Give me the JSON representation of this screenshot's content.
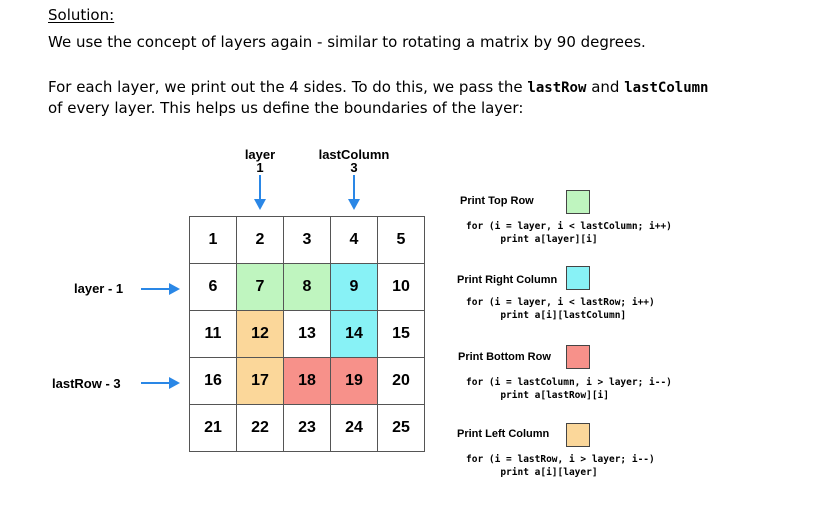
{
  "heading": "Solution:",
  "paragraph1": "We use the concept of layers again - similar to rotating a matrix by 90 degrees.",
  "paragraph2": {
    "part1": "For each layer, we print out the 4 sides. To do this, we pass the ",
    "code1": "lastRow",
    "part2": " and ",
    "code2": "lastColumn",
    "line2": "of every layer. This helps us define the boundaries of the layer:"
  },
  "pointers": {
    "layer": {
      "name": "layer",
      "value": "1"
    },
    "lastColumn": {
      "name": "lastColumn",
      "value": "3"
    },
    "layer_row": "layer - 1",
    "lastRow_row": "lastRow - 3"
  },
  "colors": {
    "top_row": "#bff5bf",
    "right_column": "#88f2f6",
    "bottom_row": "#f7918a",
    "left_column": "#fbd79a",
    "arrow": "#2a87e6"
  },
  "matrix": [
    [
      {
        "v": "1",
        "c": ""
      },
      {
        "v": "2",
        "c": ""
      },
      {
        "v": "3",
        "c": ""
      },
      {
        "v": "4",
        "c": ""
      },
      {
        "v": "5",
        "c": ""
      }
    ],
    [
      {
        "v": "6",
        "c": ""
      },
      {
        "v": "7",
        "c": "top_row"
      },
      {
        "v": "8",
        "c": "top_row"
      },
      {
        "v": "9",
        "c": "right_column"
      },
      {
        "v": "10",
        "c": ""
      }
    ],
    [
      {
        "v": "11",
        "c": ""
      },
      {
        "v": "12",
        "c": "left_column"
      },
      {
        "v": "13",
        "c": ""
      },
      {
        "v": "14",
        "c": "right_column"
      },
      {
        "v": "15",
        "c": ""
      }
    ],
    [
      {
        "v": "16",
        "c": ""
      },
      {
        "v": "17",
        "c": "left_column"
      },
      {
        "v": "18",
        "c": "bottom_row"
      },
      {
        "v": "19",
        "c": "bottom_row"
      },
      {
        "v": "20",
        "c": ""
      }
    ],
    [
      {
        "v": "21",
        "c": ""
      },
      {
        "v": "22",
        "c": ""
      },
      {
        "v": "23",
        "c": ""
      },
      {
        "v": "24",
        "c": ""
      },
      {
        "v": "25",
        "c": ""
      }
    ]
  ],
  "steps": [
    {
      "title": "Print Top Row",
      "color_key": "top_row",
      "code": [
        "for (i = layer, i < lastColumn; i++)",
        "      print a[layer][i]"
      ]
    },
    {
      "title": "Print Right Column",
      "color_key": "right_column",
      "code": [
        "for (i = layer, i < lastRow; i++)",
        "      print a[i][lastColumn]"
      ]
    },
    {
      "title": "Print Bottom Row",
      "color_key": "bottom_row",
      "code": [
        "for (i = lastColumn, i > layer; i--)",
        "      print a[lastRow][i]"
      ]
    },
    {
      "title": "Print Left Column",
      "color_key": "left_column",
      "code": [
        "for (i = lastRow, i > layer; i--)",
        "      print a[i][layer]"
      ]
    }
  ]
}
